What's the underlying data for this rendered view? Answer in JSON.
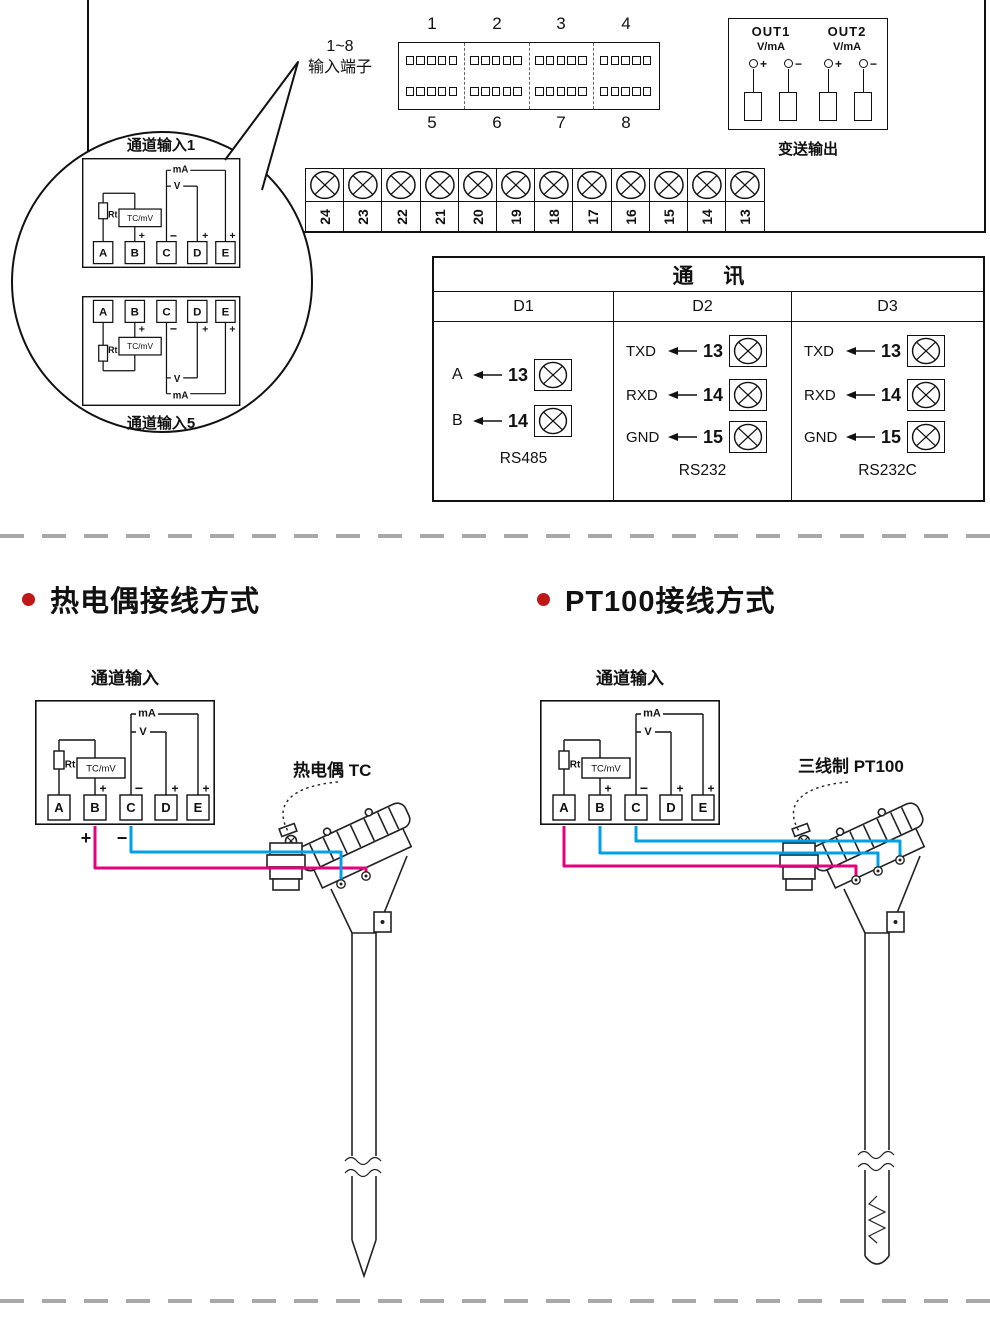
{
  "panel": {
    "input_connector": {
      "label_line1": "1~8",
      "label_line2": "输入端子",
      "top_numbers": [
        "1",
        "2",
        "3",
        "4"
      ],
      "bottom_numbers": [
        "5",
        "6",
        "7",
        "8"
      ]
    },
    "output_block": {
      "col1_title": "OUT1",
      "col2_title": "OUT2",
      "unit": "V/mA",
      "signs": [
        "+",
        "−",
        "+",
        "−"
      ],
      "caption": "变送输出"
    },
    "terminal_numbers": [
      "24",
      "23",
      "22",
      "21",
      "20",
      "19",
      "18",
      "17",
      "16",
      "15",
      "14",
      "13"
    ]
  },
  "bubble": {
    "top_label": "通道输入1",
    "bottom_label": "通道输入5"
  },
  "detail": {
    "terminals": [
      "A",
      "B",
      "C",
      "D",
      "E"
    ],
    "rt": "Rt",
    "tcmv": "TC/mV",
    "v": "V",
    "ma": "mA",
    "plus": "+",
    "minus": "−"
  },
  "comm": {
    "title": "通 讯",
    "headers": [
      "D1",
      "D2",
      "D3"
    ],
    "d1": {
      "rows": [
        {
          "label": "A",
          "num": "13"
        },
        {
          "label": "B",
          "num": "14"
        }
      ],
      "caption": "RS485"
    },
    "d2": {
      "rows": [
        {
          "label": "TXD",
          "num": "13"
        },
        {
          "label": "RXD",
          "num": "14"
        },
        {
          "label": "GND",
          "num": "15"
        }
      ],
      "caption": "RS232"
    },
    "d3": {
      "rows": [
        {
          "label": "TXD",
          "num": "13"
        },
        {
          "label": "RXD",
          "num": "14"
        },
        {
          "label": "GND",
          "num": "15"
        }
      ],
      "caption": "RS232C"
    }
  },
  "sections": {
    "tc": {
      "heading": "热电偶接线方式",
      "channel_label": "通道输入",
      "sensor_label": "热电偶 TC",
      "plus": "+",
      "minus": "−"
    },
    "pt": {
      "heading": "PT100接线方式",
      "channel_label": "通道输入",
      "sensor_label": "三线制 PT100"
    }
  },
  "colors": {
    "wire_pink": "#e5007d",
    "wire_blue": "#00a0e9",
    "bullet_red": "#c01818"
  }
}
